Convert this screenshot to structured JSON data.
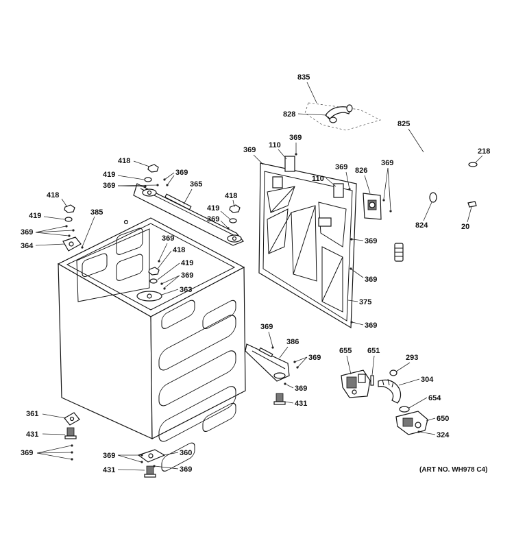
{
  "labels": {
    "l835": "835",
    "l828": "828",
    "l825": "825",
    "l218": "218",
    "l824": "824",
    "l20": "20",
    "l369a": "369",
    "l110a": "110",
    "l369b": "369",
    "l369c": "369",
    "l826": "826",
    "l110b": "110",
    "l369d": "369",
    "l418a": "418",
    "l419a": "419",
    "l369e": "369",
    "l369f": "369",
    "l365": "365",
    "l418b": "418",
    "l418c": "418",
    "l419b": "419",
    "l419c": "419",
    "l369g": "369",
    "l385": "385",
    "l364": "364",
    "l369h": "369",
    "l418d": "418",
    "l419d": "419",
    "l369i": "369",
    "l363": "363",
    "l369j": "369",
    "l369k": "369",
    "l375": "375",
    "l369l": "369",
    "l369m": "369",
    "l386": "386",
    "l369n": "369",
    "l369o": "369",
    "l431a": "431",
    "l655": "655",
    "l651": "651",
    "l293": "293",
    "l304": "304",
    "l654": "654",
    "l650": "650",
    "l324": "324",
    "l361": "361",
    "l431b": "431",
    "l369p": "369",
    "l369q": "369",
    "l360": "360",
    "l431c": "431",
    "l369r": "369"
  },
  "art_number": "(ART NO. WH978 C4)"
}
